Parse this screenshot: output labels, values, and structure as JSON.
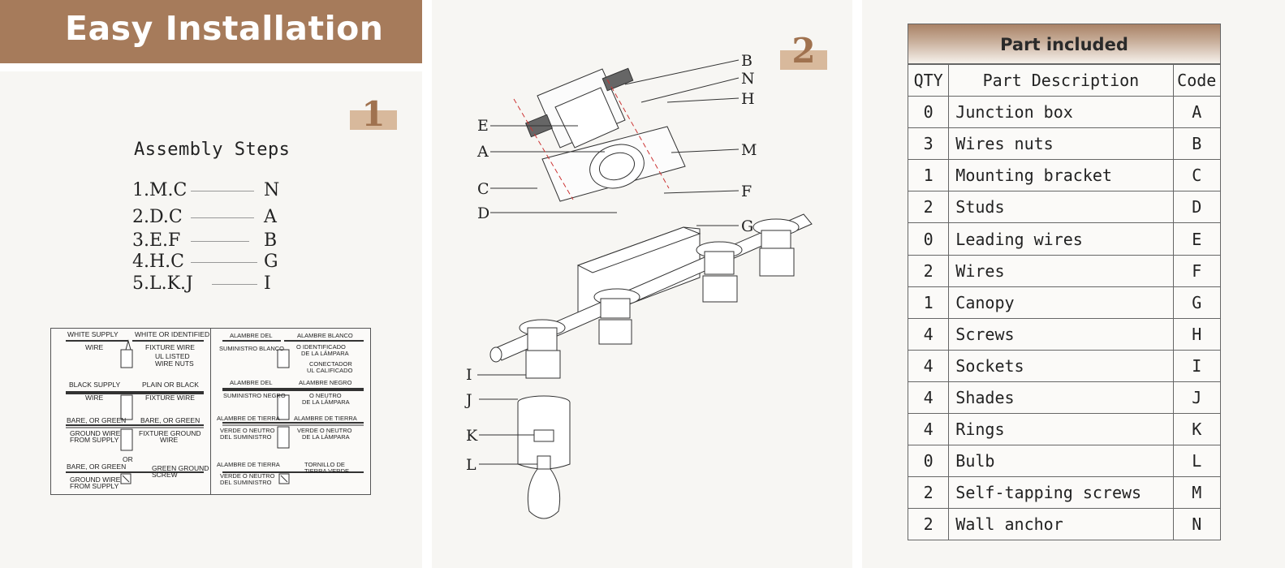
{
  "banner": {
    "title": "Easy Installation"
  },
  "step1": {
    "number": "1"
  },
  "step2": {
    "number": "2"
  },
  "assembly": {
    "title": "Assembly Steps",
    "steps": [
      {
        "lhs": "1.M.C",
        "rhs": "N"
      },
      {
        "lhs": "2.D.C",
        "rhs": "A"
      },
      {
        "lhs": "3.E.F",
        "rhs": "B"
      },
      {
        "lhs": "4.H.C",
        "rhs": "G"
      },
      {
        "lhs": "5.L.K.J",
        "rhs": "I"
      }
    ]
  },
  "wiring": {
    "en": {
      "white_supply": "WHITE SUPPLY",
      "white_identified": "WHITE OR IDENTIFIED",
      "wire1": "WIRE",
      "fixture_wire1": "FIXTURE WIRE",
      "ul_listed": "UL LISTED",
      "wire_nuts": "WIRE NUTS",
      "black_supply": "BLACK SUPPLY",
      "plain_black": "PLAIN OR BLACK",
      "wire2": "WIRE",
      "fixture_wire2": "FIXTURE WIRE",
      "bare_green1": "BARE, OR GREEN",
      "bare_green2": "BARE, OR GREEN",
      "ground_wire1": "GROUND WIRE",
      "from_supply1": "FROM SUPPLY",
      "fixture_ground": "FIXTURE GROUND",
      "wire3": "WIRE",
      "or": "OR",
      "bare_green3": "BARE, OR GREEN",
      "ground_wire2": "GROUND WIRE",
      "from_supply2": "FROM SUPPLY",
      "green_ground": "GREEN GROUND",
      "screw": "SCREW"
    },
    "es": {
      "alambre_del1": "ALAMBRE DEL",
      "alambre_blanco": "ALAMBRE BLANCO",
      "suministro_blanco": "SUMINISTRO BLANCO",
      "o_identificado": "O IDENTIFICADO",
      "de_la_lampara1": "DE LA LÁMPARA",
      "conectador": "CONECTADOR",
      "ul_calificado": "UL CALIFICADO",
      "alambre_del2": "ALAMBRE DEL",
      "alambre_negro": "ALAMBRE NEGRO",
      "suministro_negro": "SUMINISTRO NEGRO",
      "o_neutro1": "O NEUTRO",
      "de_la_lampara2": "DE LA LÁMPARA",
      "alambre_tierra1": "ALAMBRE DE TIERRA",
      "alambre_tierra2": "ALAMBRE DE TIERRA",
      "verde_neutro1": "VERDE O NEUTRO",
      "del_suministro1": "DEL SUMINISTRO",
      "verde_neutro2": "VERDE O NEUTRO",
      "de_la_lampara3": "DE LA LÁMPARA",
      "alambre_tierra3": "ALAMBRE DE TIERRA",
      "verde_neutro3": "VERDE O NEUTRO",
      "del_suministro2": "DEL SUMINISTRO",
      "tornillo": "TORNILLO DE",
      "tierra_verde": "TIERRA VERDE"
    }
  },
  "diagram": {
    "labels": {
      "B": "B",
      "N": "N",
      "H": "H",
      "E": "E",
      "A": "A",
      "M": "M",
      "C": "C",
      "F": "F",
      "D": "D",
      "G": "G",
      "I": "I",
      "J": "J",
      "K": "K",
      "L": "L"
    }
  },
  "parts": {
    "title": "Part included",
    "headers": {
      "qty": "QTY",
      "desc": "Part Description",
      "code": "Code"
    },
    "rows": [
      {
        "qty": "0",
        "desc": "Junction box",
        "code": "A"
      },
      {
        "qty": "3",
        "desc": "Wires nuts",
        "code": "B"
      },
      {
        "qty": "1",
        "desc": "Mounting bracket",
        "code": "C"
      },
      {
        "qty": "2",
        "desc": "Studs",
        "code": "D"
      },
      {
        "qty": "0",
        "desc": "Leading wires",
        "code": "E"
      },
      {
        "qty": "2",
        "desc": "Wires",
        "code": "F"
      },
      {
        "qty": "1",
        "desc": "Canopy",
        "code": "G"
      },
      {
        "qty": "4",
        "desc": "Screws",
        "code": "H"
      },
      {
        "qty": "4",
        "desc": "Sockets",
        "code": "I"
      },
      {
        "qty": "4",
        "desc": "Shades",
        "code": "J"
      },
      {
        "qty": "4",
        "desc": "Rings",
        "code": "K"
      },
      {
        "qty": "0",
        "desc": "Bulb",
        "code": "L"
      },
      {
        "qty": "2",
        "desc": "Self-tapping screws",
        "code": "M"
      },
      {
        "qty": "2",
        "desc": "Wall anchor",
        "code": "N"
      }
    ]
  }
}
